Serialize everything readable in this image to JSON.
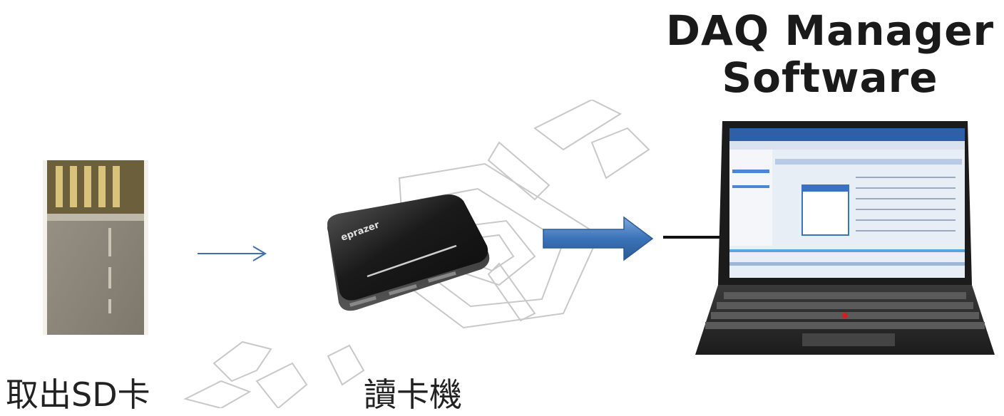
{
  "title": {
    "line1": "DAQ Manager",
    "line2": "Software"
  },
  "steps": [
    {
      "caption": "取出SD卡"
    },
    {
      "caption": "讀卡機"
    }
  ],
  "reader_brand": "eprazer",
  "colors": {
    "thin_arrow": "#3f6faf",
    "thick_arrow": "#3a73b8",
    "cable": "#111111",
    "watermark_stroke": "#c8c8c8"
  }
}
